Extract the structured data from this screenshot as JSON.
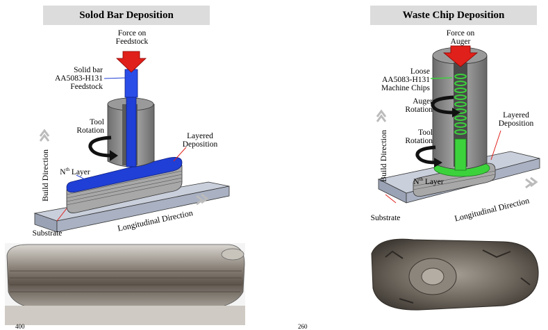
{
  "left": {
    "title": "Solod Bar Deposition",
    "force_label_1": "Force on",
    "force_label_2": "Feedstock",
    "feedstock_1": "Solid bar",
    "feedstock_2": "AA5083-H131",
    "feedstock_3": "Feedstock",
    "tool_rotation_1": "Tool",
    "tool_rotation_2": "Rotation",
    "layered_1": "Layered",
    "layered_2": "Deposition",
    "nth_layer": "N",
    "nth_sup": "th",
    "nth_layer_suffix": " Layer",
    "build_direction": "Build Direction",
    "longitudinal_direction": "Longitudinal Direction",
    "substrate": "Substrate",
    "scale_number": "400"
  },
  "right": {
    "title": "Waste Chip Deposition",
    "force_label_1": "Force on",
    "force_label_2": "Auger",
    "chips_1": "Loose",
    "chips_2": "AA5083-H131",
    "chips_3": "Machine Chips",
    "auger_rotation_1": "Auger",
    "auger_rotation_2": "Rotation",
    "tool_rotation_1": "Tool",
    "tool_rotation_2": "Rotation",
    "layered_1": "Layered",
    "layered_2": "Deposition",
    "nth_layer": "N",
    "nth_sup": "th",
    "nth_layer_suffix": " Layer",
    "build_direction": "Build Direction",
    "longitudinal_direction": "Longitudinal Direction",
    "substrate": "Substrate",
    "scale_number": "260"
  },
  "colors": {
    "feedstock_blue": "#1f3fd6",
    "chip_green": "#3cd23c",
    "force_red": "#e0201a",
    "substrate": "#b8c0d0",
    "tool_gray": "#8a8a8a",
    "title_bg": "#dcdcdc"
  }
}
